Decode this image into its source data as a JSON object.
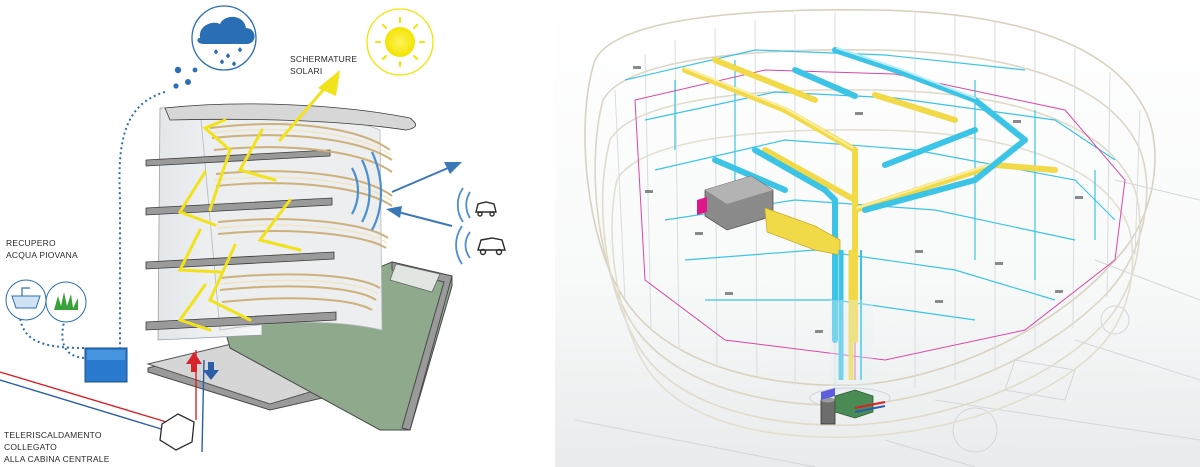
{
  "left_diagram": {
    "labels": {
      "solar_shading": [
        "SCHERMATURE",
        "SOLARI"
      ],
      "rainwater_recovery": [
        "RECUPERO",
        "ACQUA PIOVANA"
      ],
      "district_heating": [
        "TELERISCALDAMENTO",
        "COLLEGATO",
        "ALLA CABINA CENTRALE"
      ]
    },
    "icons": [
      "rain-cloud-icon",
      "sun-icon",
      "car-icon",
      "sink-icon",
      "plant-icon"
    ],
    "colors": {
      "icon_blue": "#2a6fb6",
      "sun_yellow": "#f2e400",
      "ray_yellow": "#f2e21a",
      "roof_green": "#8fa98d",
      "sound_waves": "#4a8fd0",
      "heating_red": "#d8232a",
      "heating_blue": "#2a5fa8"
    }
  },
  "right_diagram": {
    "colors": {
      "duct_yellow": "#f2d948",
      "duct_cyan": "#3cc4e6",
      "pipe_magenta": "#d946a8",
      "unit_gray": "#8a8a8a"
    }
  }
}
